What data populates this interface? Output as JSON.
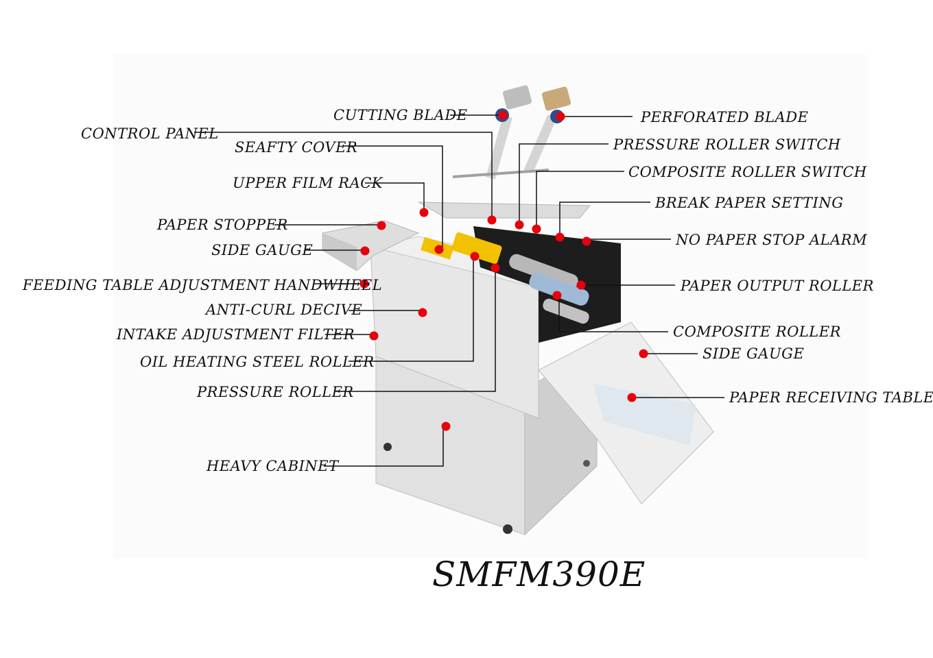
{
  "model": "SMFM390E",
  "labels": {
    "cutting_blade": "CUTTING BLADE",
    "perforated_blade": "PERFORATED BLADE",
    "control_panel": "CONTROL PANEL",
    "seafty_cover": "SEAFTY COVER",
    "pressure_roller_switch": "PRESSURE ROLLER SWITCH",
    "composite_roller_switch": "COMPOSITE ROLLER SWITCH",
    "upper_film_rack": "UPPER FILM RACK",
    "break_paper_setting": "BREAK PAPER SETTING",
    "paper_stopper": "PAPER STOPPER",
    "no_paper_stop_alarm": "NO PAPER STOP ALARM",
    "side_gauge_left": "SIDE GAUGE",
    "feeding_table_adjustment_handwheel": "FEEDING TABLE ADJUSTMENT HANDWHEEL",
    "paper_output_roller": "PAPER OUTPUT ROLLER",
    "anti_curl_decive": "ANTI-CURL DECIVE",
    "composite_roller": "COMPOSITE ROLLER",
    "intake_adjustment_filter": "INTAKE ADJUSTMENT FILTER",
    "side_gauge_right": "SIDE GAUGE",
    "oil_heating_steel_roller": "OIL HEATING STEEL ROLLER",
    "pressure_roller": "PRESSURE ROLLER",
    "paper_receiving_table": "PAPER RECEIVING TABLE",
    "heavy_cabinet": "HEAVY CABINET"
  },
  "colors": {
    "marker": "#e8000b",
    "machine_body": "#e3e3e3",
    "machine_dark": "#1a1a1a",
    "roller_yellow": "#f2c200"
  }
}
